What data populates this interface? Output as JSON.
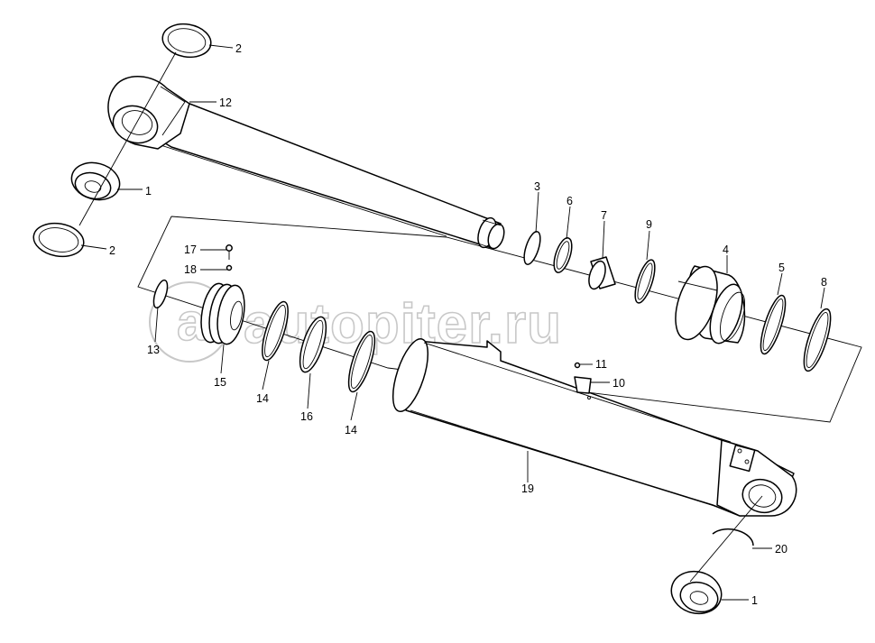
{
  "watermark": {
    "text": "autopiter.ru"
  },
  "callouts": {
    "rod_seat_top": "2",
    "rod_eye": "12",
    "rod_bushing": "1",
    "rod_seat_bottom": "2",
    "ring_3": "3",
    "ring_6": "6",
    "spacer_7": "7",
    "ring_9": "9",
    "head_4": "4",
    "ring_5": "5",
    "ring_8": "8",
    "screw_17": "17",
    "ball_18": "18",
    "ring_13": "13",
    "piston_15": "15",
    "ring_14a": "14",
    "ring_16": "16",
    "ring_14b": "14",
    "grease_11": "11",
    "plate_10": "10",
    "barrel_19": "19",
    "snap_ring_20": "20",
    "barrel_bushing": "1"
  }
}
